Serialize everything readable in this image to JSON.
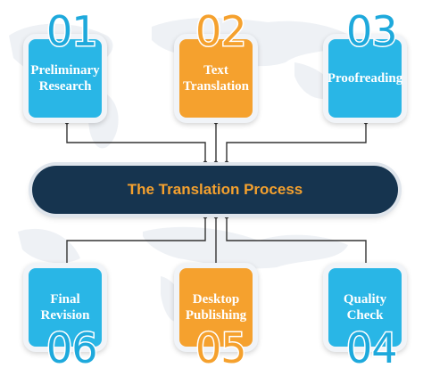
{
  "hub": {
    "title": "The Translation Process"
  },
  "steps": [
    {
      "number": "01",
      "label": "Preliminary\nResearch",
      "color": "#29b6e6"
    },
    {
      "number": "02",
      "label": "Text\nTranslation",
      "color": "#f5a12e"
    },
    {
      "number": "03",
      "label": "Proofreading",
      "color": "#29b6e6"
    },
    {
      "number": "04",
      "label": "Quality\nCheck",
      "color": "#29b6e6"
    },
    {
      "number": "05",
      "label": "Desktop\nPublishing",
      "color": "#f5a12e"
    },
    {
      "number": "06",
      "label": "Final\nRevision",
      "color": "#29b6e6"
    }
  ],
  "colors": {
    "hub": "#16344f",
    "hub_text": "#f5a12e",
    "connector": "#333333"
  }
}
